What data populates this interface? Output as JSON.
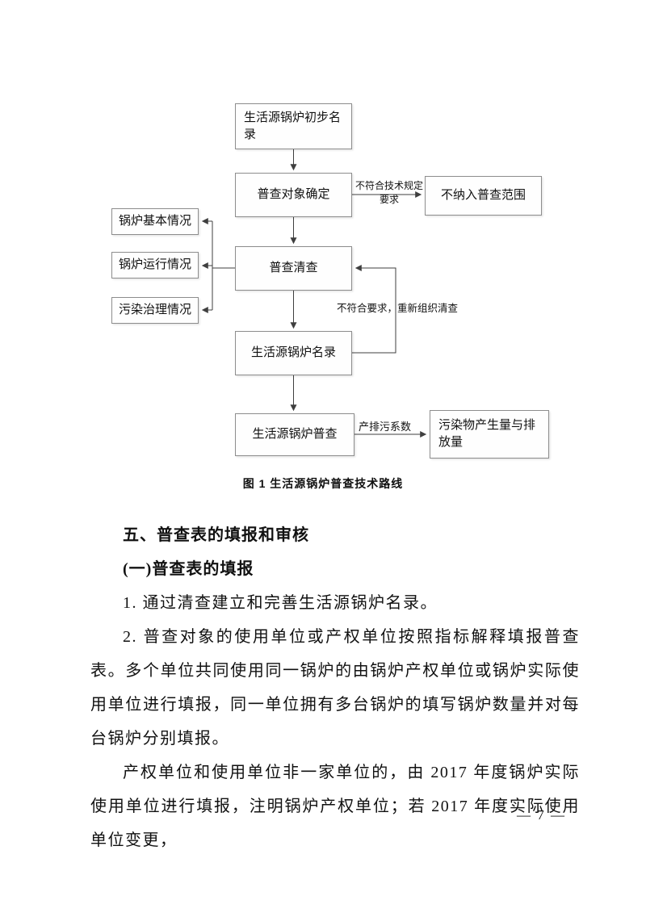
{
  "figure": {
    "caption": "图 1  生活源锅炉普查技术路线",
    "boxes": {
      "initial_list": "生活源锅炉初步名录",
      "object_determination": "普查对象确定",
      "not_included": "不纳入普查范围",
      "boiler_basic": "锅炉基本情况",
      "boiler_operation": "锅炉运行情况",
      "pollution_treatment": "污染治理情况",
      "census_check": "普查清查",
      "boiler_list": "生活源锅炉名录",
      "boiler_census": "生活源锅炉普查",
      "pollutant_output": "污染物产生量与排放量"
    },
    "edge_labels": {
      "not_meeting_tech": "不符合技术规定要求",
      "not_meeting_redo": "不符合要求，重新组织清查",
      "coefficient": "产排污系数"
    }
  },
  "content": {
    "heading": "五、普查表的填报和审核",
    "subheading": "(一)普查表的填报",
    "para1": "1. 通过清查建立和完善生活源锅炉名录。",
    "para2": "2. 普查对象的使用单位或产权单位按照指标解释填报普查表。多个单位共同使用同一锅炉的由锅炉产权单位或锅炉实际使用单位进行填报，同一单位拥有多台锅炉的填写锅炉数量并对每台锅炉分别填报。",
    "para3": "产权单位和使用单位非一家单位的，由 2017 年度锅炉实际使用单位进行填报，注明锅炉产权单位；若 2017 年度实际使用单位变更，"
  },
  "footer": {
    "page_number": "— 7 —"
  }
}
